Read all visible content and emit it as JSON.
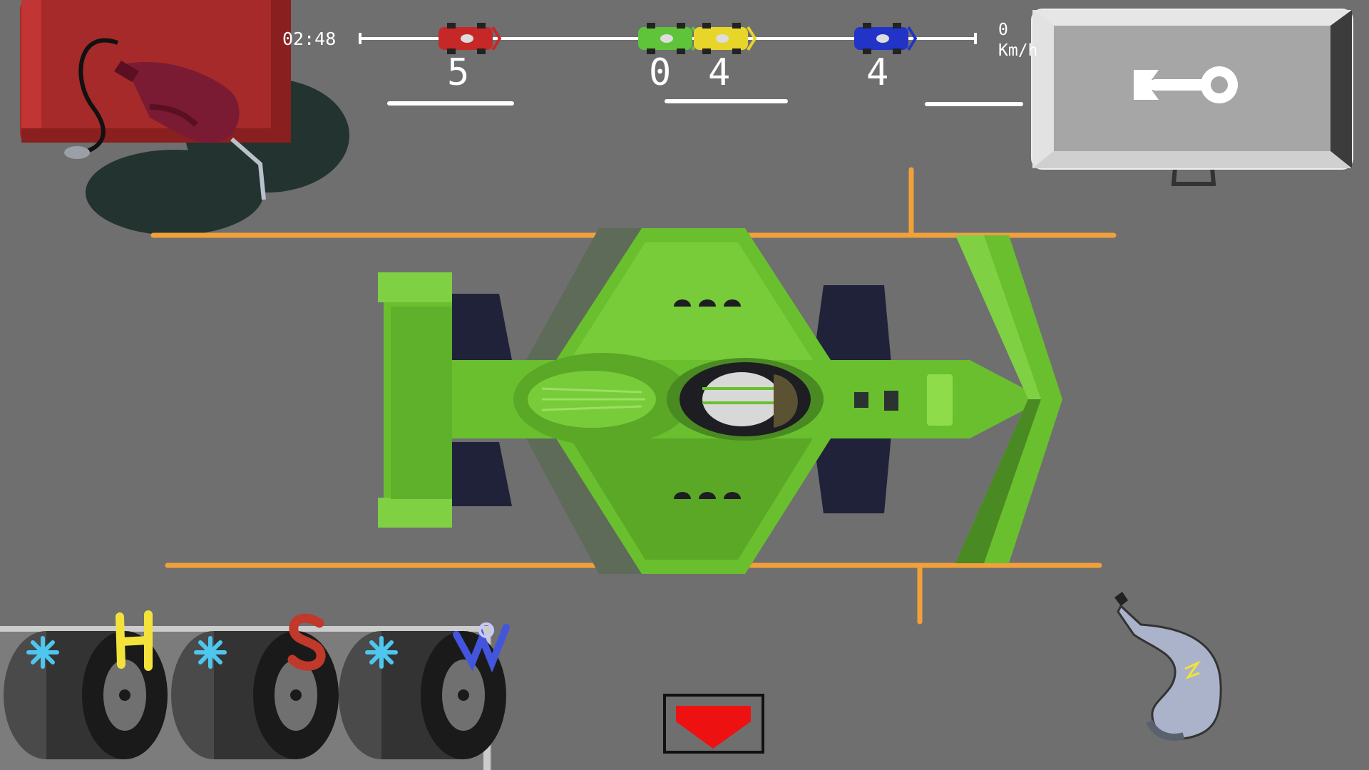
{
  "hud": {
    "timer": "02:48",
    "speed_value": "0",
    "speed_unit": "Km/h"
  },
  "race_progress": {
    "cars": [
      {
        "color": "#c62828",
        "position_label": "5"
      },
      {
        "color": "#5fc43a",
        "position_label": "0"
      },
      {
        "color": "#e8d52a",
        "position_label": "4"
      },
      {
        "color": "#2233c8",
        "position_label": "4"
      }
    ]
  },
  "tires": [
    {
      "compound": "H",
      "color": "#f2e23a",
      "icon": "snowflake-icon"
    },
    {
      "compound": "S",
      "color": "#c0392b",
      "icon": "snowflake-icon"
    },
    {
      "compound": "W",
      "color": "#4455dd",
      "icon": "snowflake-icon"
    }
  ],
  "icons": {
    "warning": "warning-icon",
    "wrench": "wrench-icon",
    "fuel": "fuel-nozzle-icon",
    "exit": "down-arrow-icon",
    "hydration": "drink-bottle-icon"
  },
  "colors": {
    "asphalt": "#6f6f6f",
    "player_car": "#6abf2e",
    "pit_lines": "#f2a03a"
  }
}
